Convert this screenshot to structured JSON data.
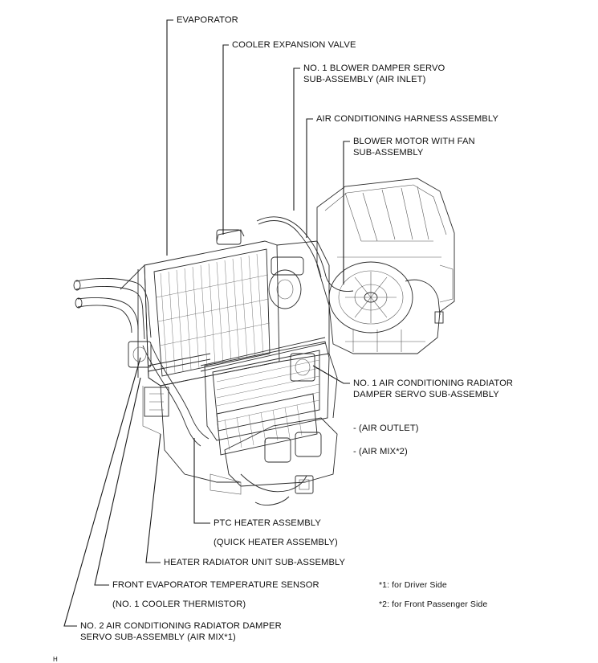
{
  "labels": {
    "evaporator": "EVAPORATOR",
    "cooler_expansion_valve": "COOLER EXPANSION VALVE",
    "blower_damper_line1": "NO. 1 BLOWER DAMPER SERVO",
    "blower_damper_line2": "SUB-ASSEMBLY (AIR INLET)",
    "ac_harness": "AIR CONDITIONING HARNESS ASSEMBLY",
    "blower_motor_line1": "BLOWER MOTOR WITH FAN",
    "blower_motor_line2": "SUB-ASSEMBLY",
    "radiator_damper_line1": "NO. 1 AIR CONDITIONING RADIATOR",
    "radiator_damper_line2": "DAMPER SERVO SUB-ASSEMBLY",
    "air_outlet": "- (AIR OUTLET)",
    "air_mix": "- (AIR MIX*2)",
    "ptc_heater": "PTC HEATER ASSEMBLY",
    "quick_heater": "(QUICK HEATER ASSEMBLY)",
    "heater_radiator": "HEATER RADIATOR UNIT SUB-ASSEMBLY",
    "front_evap_sensor": "FRONT EVAPORATOR TEMPERATURE SENSOR",
    "cooler_thermistor": "(NO. 1 COOLER THERMISTOR)",
    "no2_damper_line1": "NO. 2 AIR CONDITIONING RADIATOR DAMPER",
    "no2_damper_line2": "SERVO SUB-ASSEMBLY (AIR MIX*1)",
    "note1": "*1: for Driver Side",
    "note2": "*2: for Front Passenger Side",
    "corner_mark": "H"
  }
}
